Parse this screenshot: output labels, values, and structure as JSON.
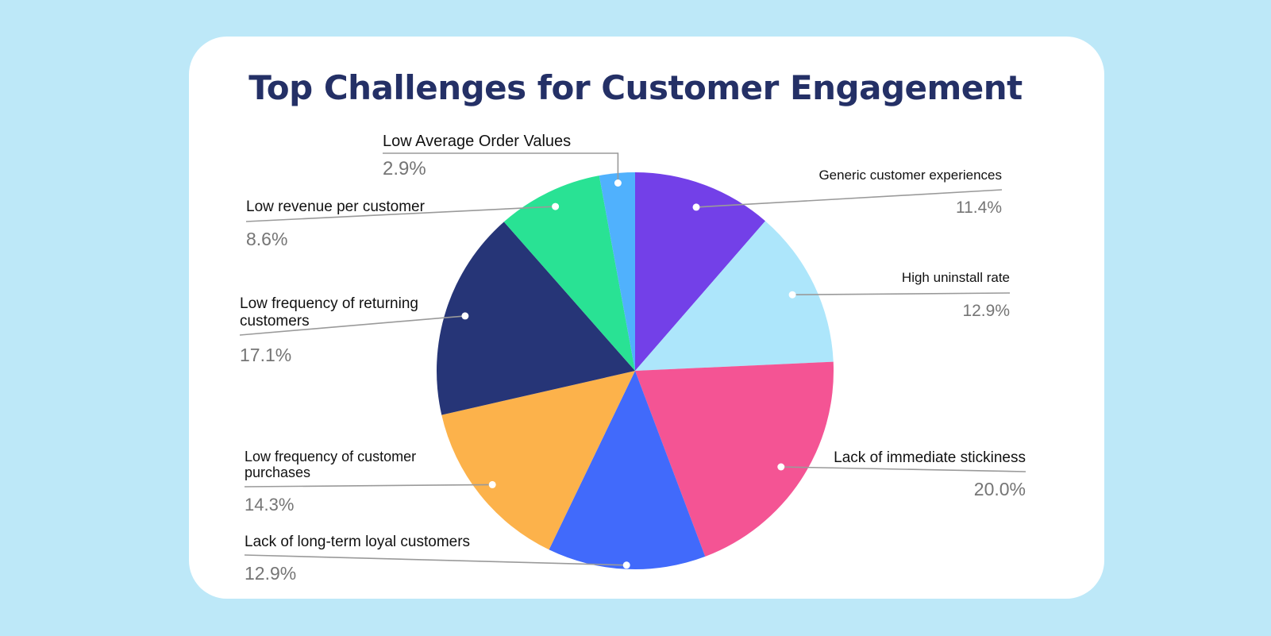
{
  "chart_data": {
    "type": "pie",
    "title": "Top Challenges for Customer Engagement",
    "unit": "%",
    "slices": [
      {
        "label": "Generic customer experiences",
        "value": 11.4,
        "value_label": "11.4%",
        "color": "#7340e8"
      },
      {
        "label": "High uninstall rate",
        "value": 12.9,
        "value_label": "12.9%",
        "color": "#ade6fb"
      },
      {
        "label": "Lack of immediate stickiness",
        "value": 20.0,
        "value_label": "20.0%",
        "color": "#f45494"
      },
      {
        "label": "Lack of long-term loyal customers",
        "value": 12.9,
        "value_label": "12.9%",
        "color": "#416afb"
      },
      {
        "label": "Low frequency of customer purchases",
        "value": 14.3,
        "value_label": "14.3%",
        "color": "#fcb24b"
      },
      {
        "label": "Low frequency of returning customers",
        "value": 17.1,
        "value_label": "17.1%",
        "color": "#263577"
      },
      {
        "label": "Low revenue per customer",
        "value": 8.6,
        "value_label": "8.6%",
        "color": "#29e294"
      },
      {
        "label": "Low Average Order Values",
        "value": 2.9,
        "value_label": "2.9%",
        "color": "#50b1fd"
      }
    ]
  }
}
